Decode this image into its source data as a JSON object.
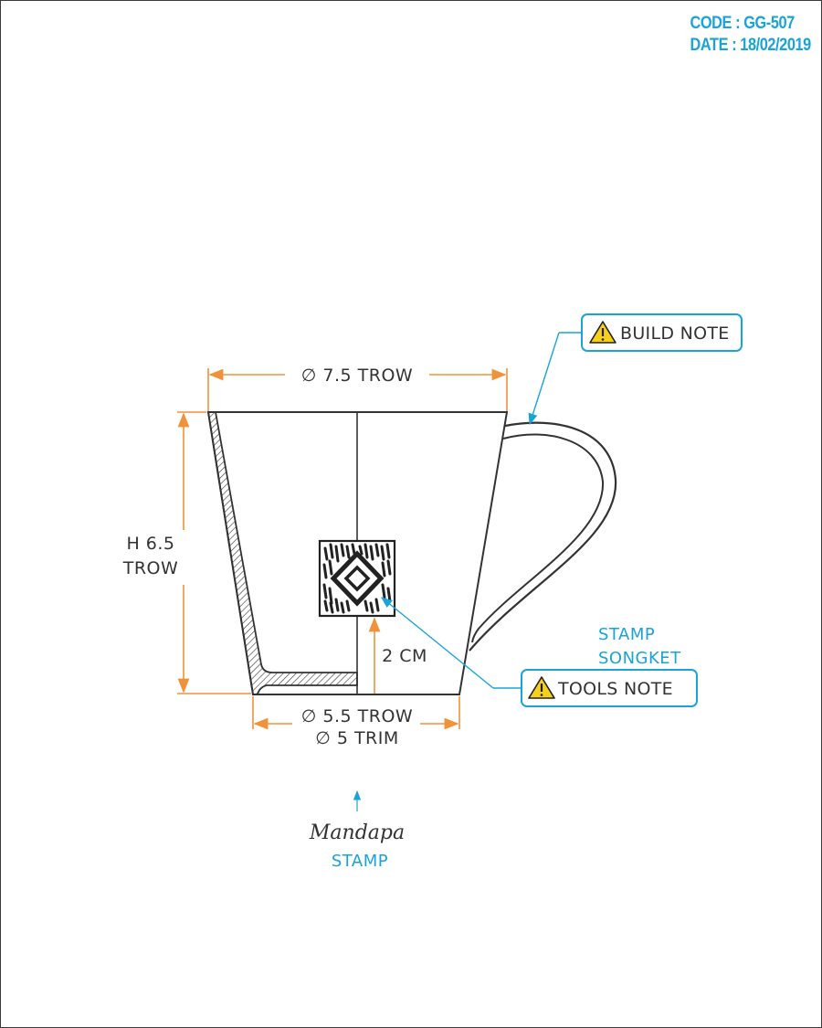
{
  "header": {
    "code": "CODE : GG-507",
    "date": "DATE : 18/02/2019"
  },
  "dimensions": {
    "top_diameter": "∅ 7.5 TROW",
    "height_line1": "H 6.5",
    "height_line2": "TROW",
    "stamp_height": "2 CM",
    "bottom_diameter_1": "∅  5.5 TROW",
    "bottom_diameter_2": "∅  5 TRIM"
  },
  "notes": {
    "build_note": "BUILD NOTE",
    "tools_note": "TOOLS NOTE"
  },
  "labels": {
    "stamp_songket_line1": "STAMP",
    "stamp_songket_line2": "SONGKET",
    "bottom_stamp": "STAMP",
    "logo": "Mandapa"
  },
  "colors": {
    "dimension": "#f0923a",
    "annotation": "#1aa3d9",
    "outline": "#333333"
  }
}
